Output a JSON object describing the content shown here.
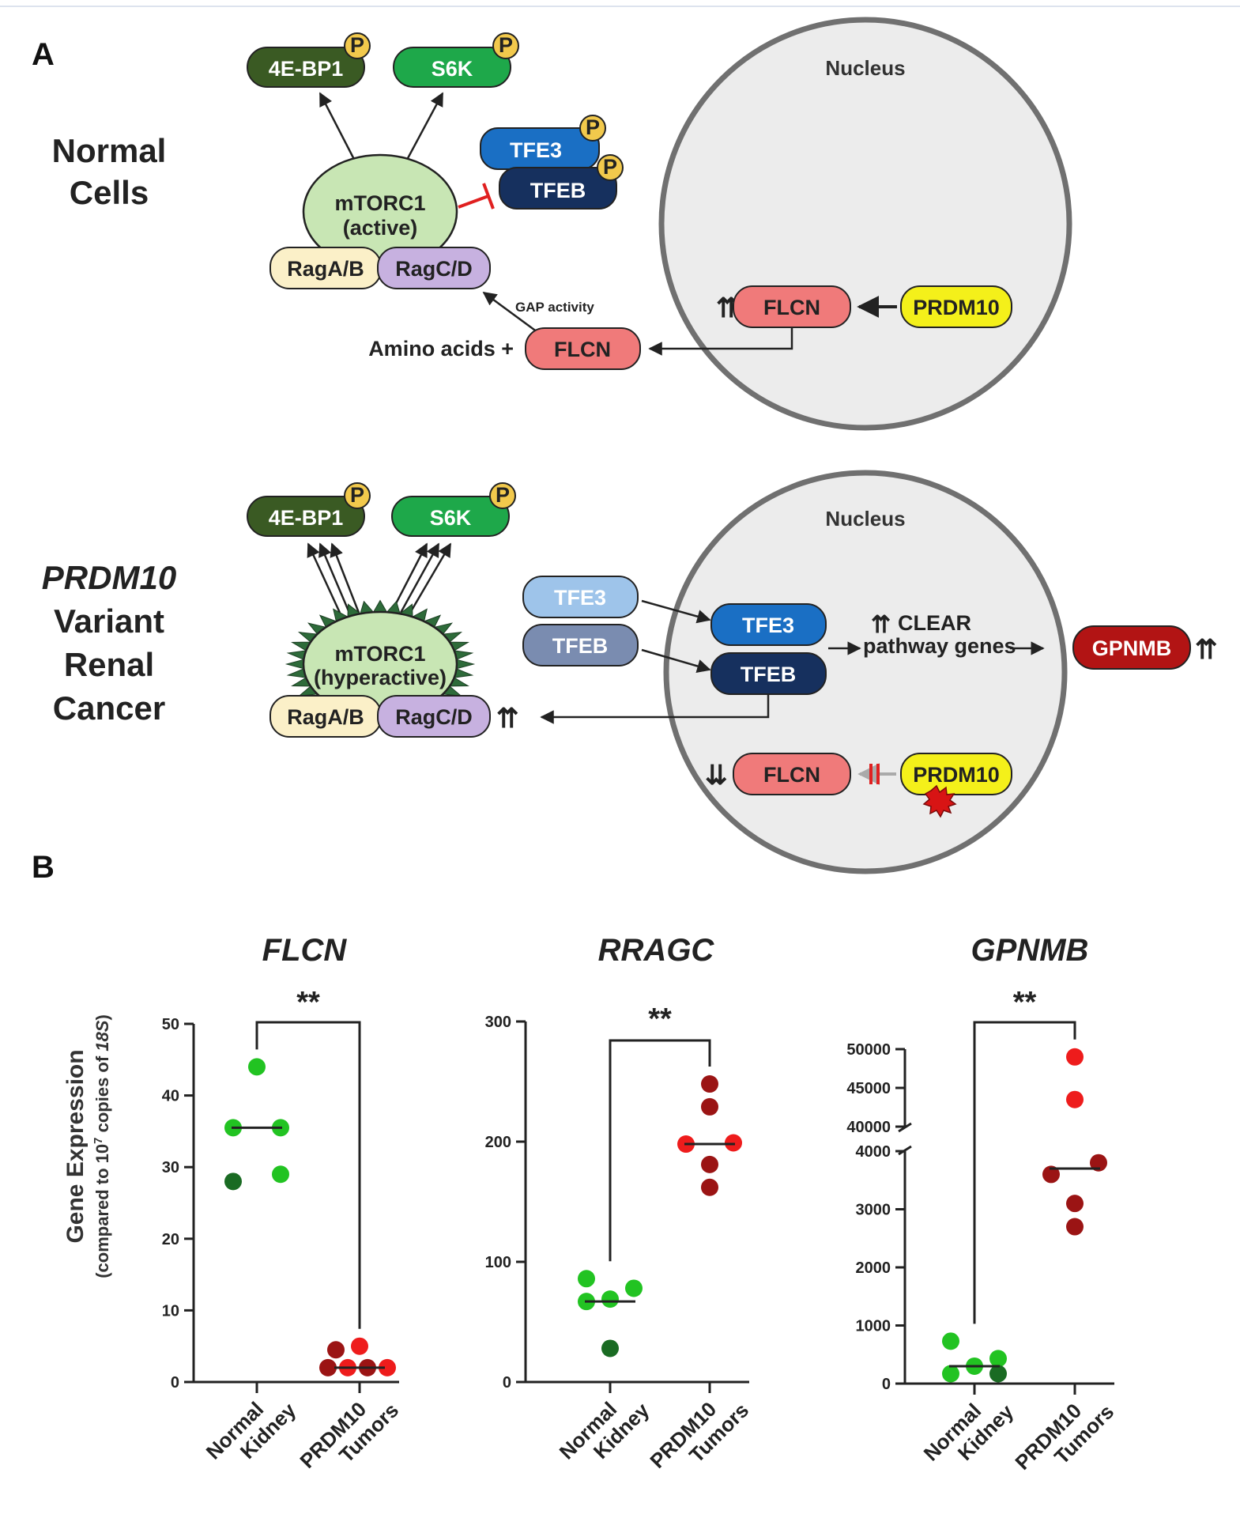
{
  "panel_a": {
    "letter": "A",
    "normal": {
      "title_line1": "Normal",
      "title_line2": "Cells",
      "nucleus": "Nucleus",
      "fourebp1": "4E-BP1",
      "s6k": "S6K",
      "p": "P",
      "tfe3": "TFE3",
      "tfeb": "TFEB",
      "mtorc1": "mTORC1",
      "mtorc1_state": "(active)",
      "raga": "RagA/B",
      "ragc": "RagC/D",
      "gap": "GAP activity",
      "amino": "Amino acids +",
      "flcn": "FLCN",
      "flcn_nuc": "FLCN",
      "prdm10": "PRDM10",
      "up_arrows": "⇈"
    },
    "variant": {
      "title_line1": "PRDM10",
      "title_line2": "Variant",
      "title_line3": "Renal",
      "title_line4": "Cancer",
      "nucleus": "Nucleus",
      "fourebp1": "4E-BP1",
      "s6k": "S6K",
      "p": "P",
      "tfe3_cyto": "TFE3",
      "tfeb_cyto": "TFEB",
      "tfe3_nuc": "TFE3",
      "tfeb_nuc": "TFEB",
      "clear_line1": "CLEAR",
      "clear_line2": "pathway genes",
      "gpnmb": "GPNMB",
      "mtorc1": "mTORC1",
      "mtorc1_state": "(hyperactive)",
      "raga": "RagA/B",
      "ragc": "RagC/D",
      "flcn": "FLCN",
      "prdm10": "PRDM10",
      "up_arrows": "⇈",
      "down_arrows": "⇊"
    }
  },
  "panel_b": {
    "letter": "B",
    "ylabel_line1": "Gene Expression",
    "ylabel_line2": "(compared to 10",
    "ylabel_sup": "7",
    "ylabel_line3": " copies of ",
    "ylabel_18s": "18S",
    "ylabel_close": ")",
    "significance": "**",
    "x_cat1_line1": "Normal",
    "x_cat1_line2": "Kidney",
    "x_cat2_line1": "PRDM10",
    "x_cat2_line2": "Tumors",
    "colors": {
      "normal_light": "#22c322",
      "normal_dark": "#1a6b23",
      "tumor_light": "#ee1c1c",
      "tumor_dark": "#9b1414"
    }
  },
  "chart_data": [
    {
      "type": "scatter",
      "title": "FLCN",
      "ylabel": "Gene Expression (compared to 10^7 copies of 18S)",
      "categories": [
        "Normal Kidney",
        "PRDM10 Tumors"
      ],
      "ylim": [
        0,
        50
      ],
      "yticks": [
        0,
        10,
        20,
        30,
        40,
        50
      ],
      "series": [
        {
          "values": [
            44,
            35.5,
            35.5,
            28,
            29
          ],
          "median": 35.5
        },
        {
          "values": [
            4.5,
            5,
            2,
            2,
            2,
            2
          ],
          "median": 2
        }
      ]
    },
    {
      "type": "scatter",
      "title": "RRAGC",
      "categories": [
        "Normal Kidney",
        "PRDM10 Tumors"
      ],
      "ylim": [
        0,
        300
      ],
      "yticks": [
        0,
        100,
        200,
        300
      ],
      "series": [
        {
          "values": [
            86,
            78,
            69,
            67,
            28
          ],
          "median": 67
        },
        {
          "values": [
            248,
            229,
            198,
            199,
            181,
            162
          ],
          "median": 198
        }
      ]
    },
    {
      "type": "scatter",
      "title": "GPNMB",
      "categories": [
        "Normal Kidney",
        "PRDM10 Tumors"
      ],
      "ylim": [
        0,
        50000
      ],
      "axis_break": [
        4000,
        40000
      ],
      "yticks": [
        0,
        1000,
        2000,
        3000,
        4000,
        40000,
        45000,
        50000
      ],
      "series": [
        {
          "values": [
            730,
            300,
            430,
            170,
            170
          ],
          "median": 300
        },
        {
          "values": [
            49000,
            43500,
            3800,
            3600,
            3100,
            2700
          ],
          "median": 3700
        }
      ]
    }
  ]
}
